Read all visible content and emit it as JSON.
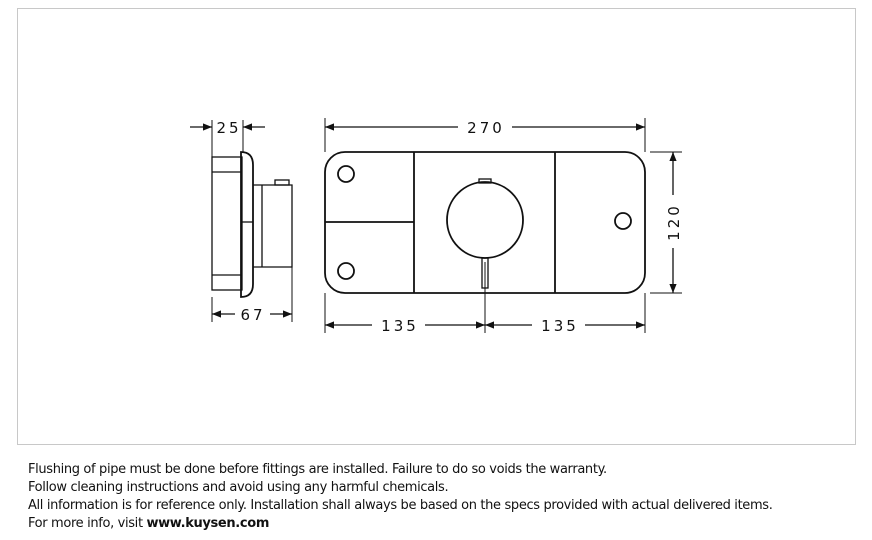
{
  "drawing": {
    "dimensions": {
      "side_depth_front": "25",
      "side_depth_total": "67",
      "width_total": "270",
      "height": "120",
      "half_width_left": "135",
      "half_width_right": "135"
    }
  },
  "notes": {
    "line1": "Flushing of pipe must be done before fittings are installed. Failure to do so voids the warranty.",
    "line2": "Follow cleaning instructions and avoid using any harmful chemicals.",
    "line3": "All information is for reference only. Installation shall always be based on the specs provided with actual delivered items.",
    "line4_prefix": "For more info, visit ",
    "line4_link": "www.kuysen.com"
  }
}
